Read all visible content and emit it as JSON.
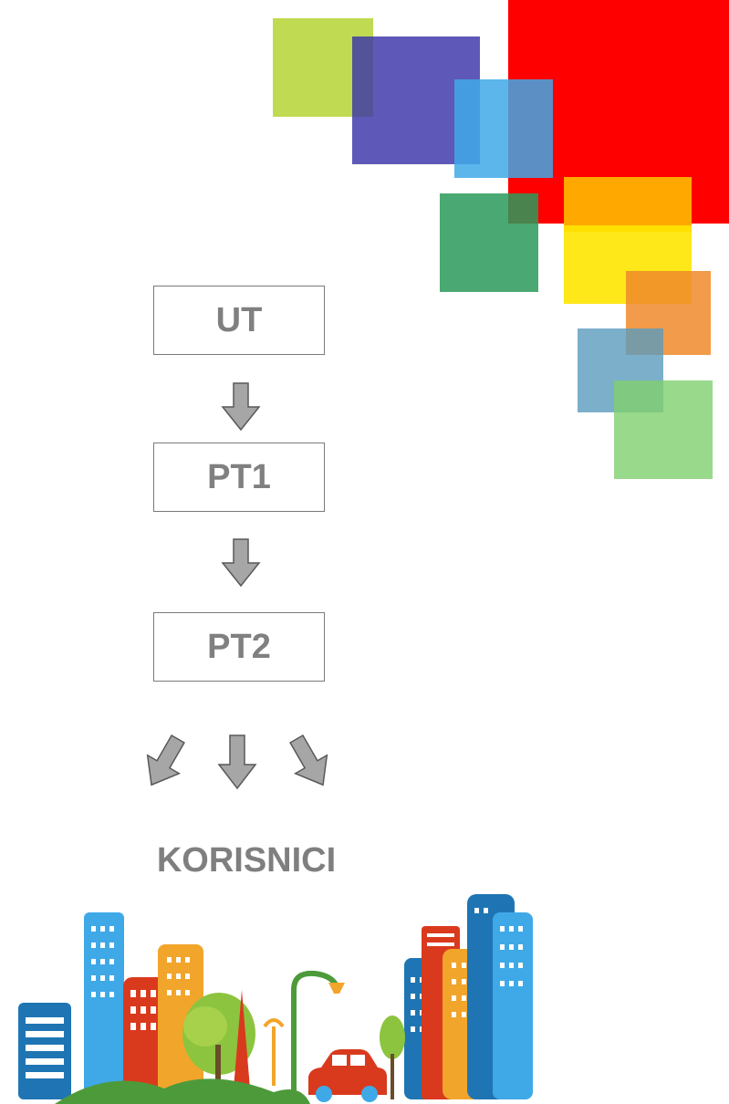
{
  "diagram": {
    "nodes": [
      {
        "id": "ut",
        "label": "UT"
      },
      {
        "id": "pt1",
        "label": "PT1"
      },
      {
        "id": "pt2",
        "label": "PT2"
      }
    ],
    "edges": [
      {
        "from": "ut",
        "to": "pt1"
      },
      {
        "from": "pt1",
        "to": "pt2"
      },
      {
        "from": "pt2",
        "to": "korisnici",
        "count": 3
      }
    ],
    "users_label": "KORISNICI"
  },
  "colors": {
    "box_border": "#7a7a7a",
    "label_text": "#808080",
    "arrow_fill": "#a6a6a6",
    "arrow_stroke": "#595959",
    "square_palette": [
      "#b5d334",
      "#3b35a8",
      "#3fa9e8",
      "#ff0000",
      "#2a9a5b",
      "#ffa800",
      "#ffe500",
      "#ee8a2b",
      "#5b9bbd",
      "#7fcf6e"
    ]
  }
}
